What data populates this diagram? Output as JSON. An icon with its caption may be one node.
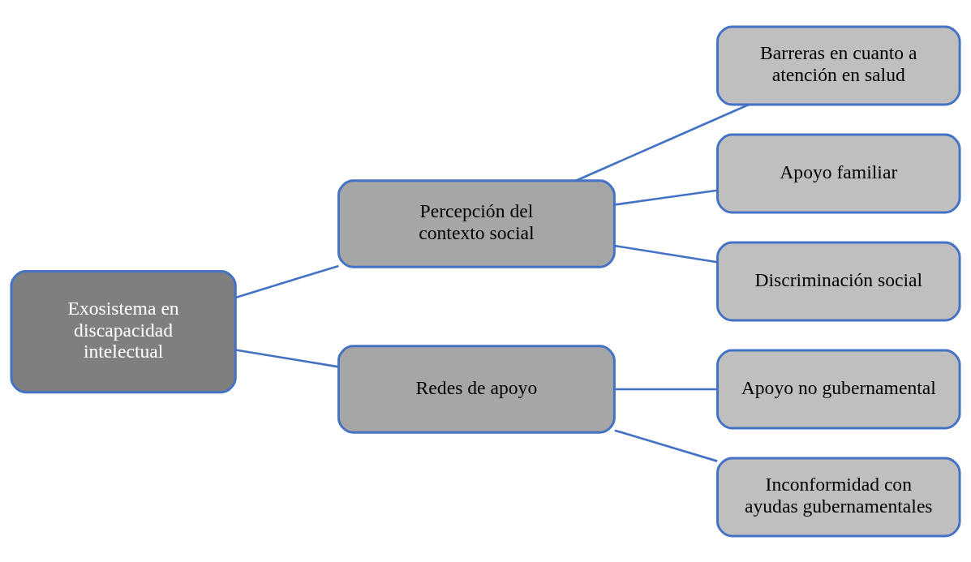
{
  "diagram": {
    "nodes": [
      {
        "text": [
          "Exosistema en discapacidad intelectual"
        ]
      },
      {
        "text": [
          "Percepción del contexto social"
        ]
      },
      {
        "text": [
          "Redes de apoyo"
        ]
      },
      {
        "text": [
          "Barreras en cuanto a atención en salud"
        ]
      },
      {
        "text": [
          "Apoyo familiar"
        ]
      },
      {
        "text": [
          "Discriminación social"
        ]
      },
      {
        "text": [
          "Apoyo no gubernamental"
        ]
      },
      {
        "text": [
          "Inconformidad con ayudas gubernamentales"
        ]
      }
    ],
    "edges": [
      {
        "from": 0,
        "to": 1,
        "arrow": "none"
      },
      {
        "from": 0,
        "to": 2,
        "arrow": "none"
      },
      {
        "from": 1,
        "to": 3,
        "arrow": "none"
      },
      {
        "from": 1,
        "to": 4,
        "arrow": "none"
      },
      {
        "from": 1,
        "to": 5,
        "arrow": "none"
      },
      {
        "from": 2,
        "to": 6,
        "arrow": "none"
      },
      {
        "from": 2,
        "to": 7,
        "arrow": "none"
      }
    ]
  }
}
